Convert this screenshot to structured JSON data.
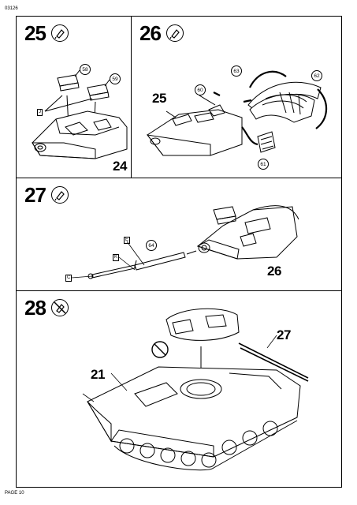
{
  "header": {
    "code": "03126"
  },
  "footer": {
    "page": "PAGE 10"
  },
  "steps": [
    {
      "number": "25",
      "glue_icon": "glue-tube-icon",
      "parts": [
        "58",
        "59"
      ],
      "decal": "J",
      "ref": "24"
    },
    {
      "number": "26",
      "glue_icon": "glue-tube-icon",
      "parts": [
        "60",
        "63",
        "62",
        "61"
      ],
      "ref": "25"
    },
    {
      "number": "27",
      "glue_icon": "glue-tube-icon",
      "parts": [
        "64"
      ],
      "decals": [
        "E",
        "K",
        "C"
      ],
      "ref": "26"
    },
    {
      "number": "28",
      "glue_icon": "no-glue-icon",
      "refs": [
        "27",
        "21"
      ]
    }
  ]
}
